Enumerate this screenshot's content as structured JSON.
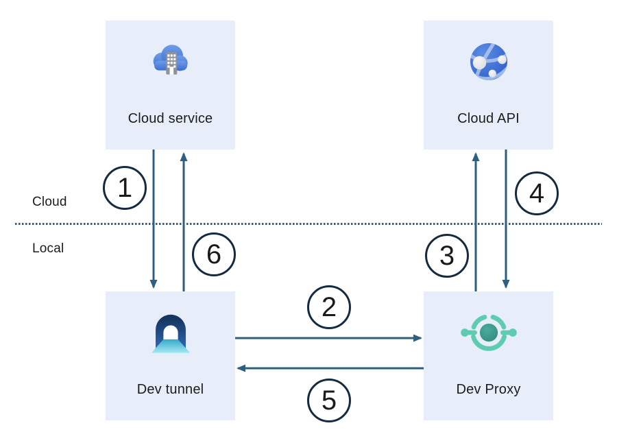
{
  "zones": {
    "cloud_label": "Cloud",
    "local_label": "Local"
  },
  "nodes": {
    "cloud_service": {
      "label": "Cloud service",
      "icon": "cloud-with-building-icon"
    },
    "cloud_api": {
      "label": "Cloud API",
      "icon": "globe-network-icon"
    },
    "dev_tunnel": {
      "label": "Dev tunnel",
      "icon": "tunnel-icon"
    },
    "dev_proxy": {
      "label": "Dev Proxy",
      "icon": "proxy-ring-icon"
    }
  },
  "steps": [
    "1",
    "2",
    "3",
    "4",
    "5",
    "6"
  ],
  "colors": {
    "node_background": "#e7eefa",
    "arrow": "#2e5f7e",
    "step_circle_border": "#152a3e",
    "divider": "#2e5f7e",
    "text": "#1a1a1a",
    "cloud_icon_blue": "#4e7fd9",
    "api_icon_blue": "#3a6fd4",
    "tunnel_icon_navy": "#16355f",
    "tunnel_icon_cyan": "#9fe6f4",
    "proxy_icon_teal": "#5fcbb0",
    "proxy_icon_core": "#358f82"
  }
}
